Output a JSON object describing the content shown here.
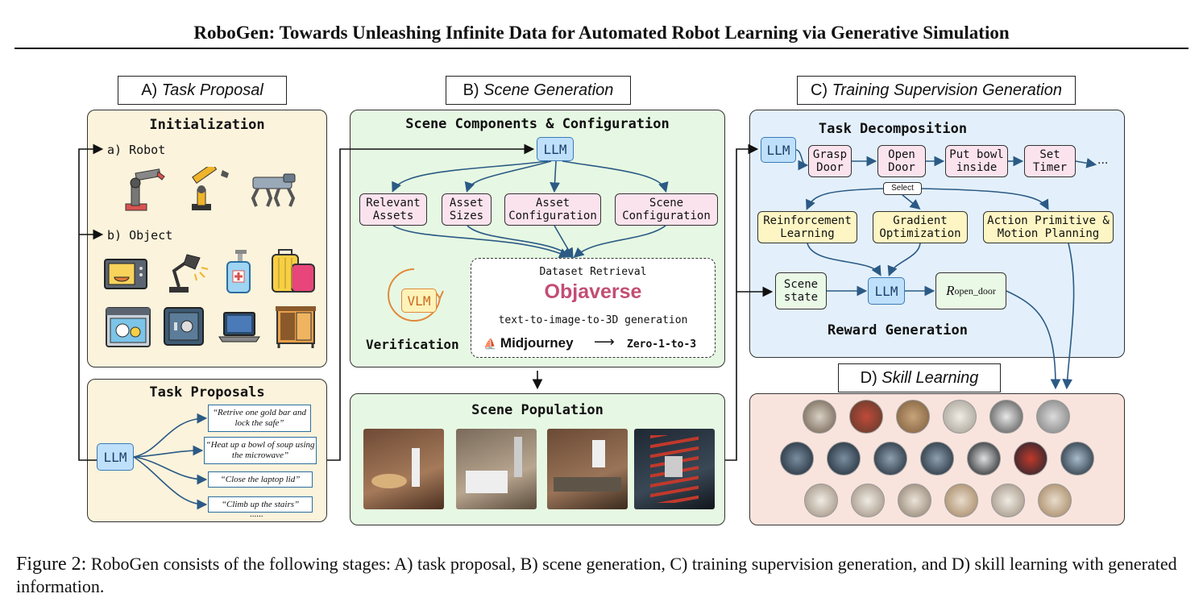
{
  "paper": {
    "title": "RoboGen: Towards Unleashing Infinite Data for Automated Robot Learning via Generative Simulation"
  },
  "stages": {
    "a": {
      "prefix": "A)",
      "name": "Task Proposal"
    },
    "b": {
      "prefix": "B)",
      "name": "Scene Generation"
    },
    "c": {
      "prefix": "C)",
      "name": "Training Supervision Generation"
    },
    "d": {
      "prefix": "D)",
      "name": "Skill Learning"
    }
  },
  "panel_a": {
    "init_header": "Initialization",
    "robot_label": "a) Robot",
    "object_label": "b) Object",
    "proposals_header": "Task Proposals",
    "llm": "LLM",
    "quotes": [
      "“Retrive one gold bar and lock the safe”",
      "“Heat up a bowl of soup using the microwave”",
      "“Close the laptop lid”",
      "“Climb up the stairs”"
    ],
    "ellipsis": "......",
    "robot_icons": [
      "robot-arm-icon",
      "industrial-arm-icon",
      "quadruped-robot-icon"
    ],
    "object_icons": [
      "microwave-icon",
      "desk-lamp-icon",
      "sanitizer-bottle-icon",
      "suitcase-icon",
      "dishwasher-icon",
      "safe-icon",
      "laptop-icon",
      "cabinet-icon"
    ]
  },
  "panel_b": {
    "header": "Scene Components & Configuration",
    "llm": "LLM",
    "components": [
      "Relevant Assets",
      "Asset Sizes",
      "Asset Configuration",
      "Scene Configuration"
    ],
    "vlm": "VLM",
    "verification": "Verification",
    "retrieval": "Dataset Retrieval",
    "objaverse": "Objaverse",
    "t2i": "text-to-image-to-3D generation",
    "midjourney": "Midjourney",
    "arrow": "⟶",
    "zero": "Zero-1-to-3",
    "population_header": "Scene Population"
  },
  "panel_c": {
    "header": "Task Decomposition",
    "llm": "LLM",
    "steps": [
      "Grasp Door",
      "Open Door",
      "Put bowl inside",
      "Set Timer"
    ],
    "more": "...",
    "select": "Select",
    "methods": [
      "Reinforcement Learning",
      "Gradient Optimization",
      "Action Primitive & Motion Planning"
    ],
    "scene_state": "Scene state",
    "llm2": "LLM",
    "reward_symbol": "R",
    "reward_sub": "open_door",
    "reward_header": "Reward Generation"
  },
  "caption": {
    "figure": "Figure 2:",
    "text": "RoboGen consists of the following stages: A) task proposal, B) scene generation, C) training supervision generation, and D) skill learning with generated information."
  }
}
